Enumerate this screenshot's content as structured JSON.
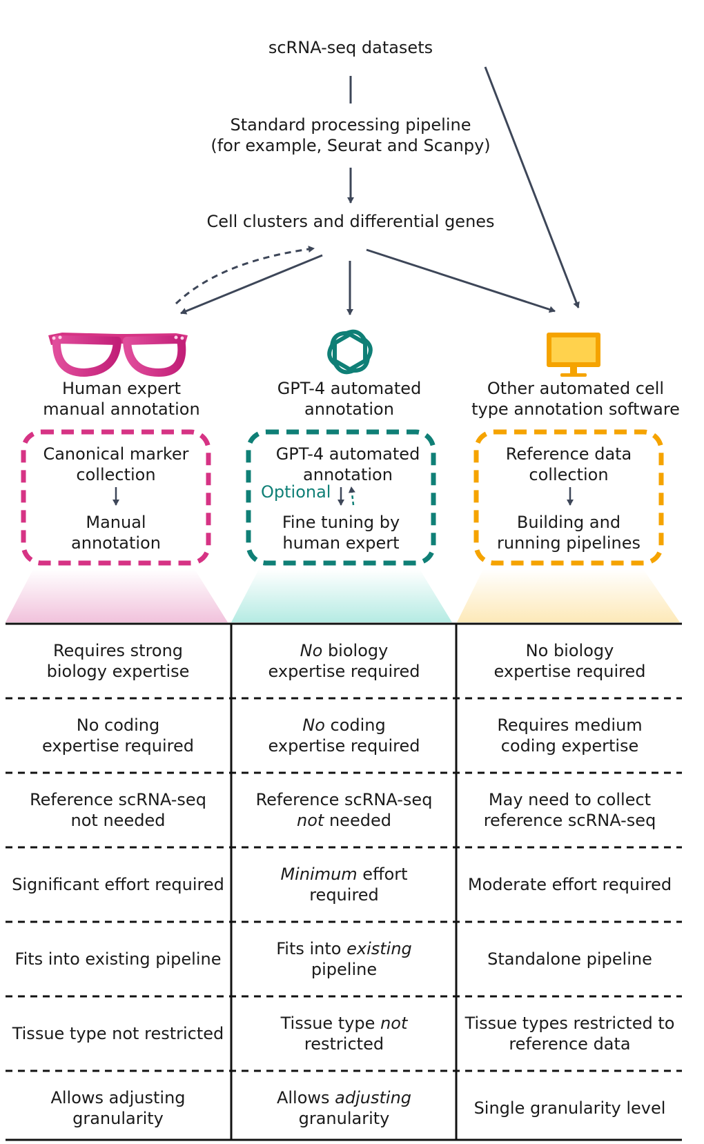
{
  "pipeline": {
    "datasets": "scRNA-seq datasets",
    "processing_line1": "Standard processing pipeline",
    "processing_line2": "(for example, Seurat and Scanpy)",
    "clusters": "Cell clusters and differential genes"
  },
  "methods": [
    {
      "icon": "glasses-icon",
      "color": "#d63384",
      "title": [
        "Human expert",
        "manual annotation"
      ],
      "box_top": [
        "Canonical marker",
        "collection"
      ],
      "box_bottom": [
        "Manual",
        "annotation"
      ]
    },
    {
      "icon": "openai-logo-icon",
      "color": "#0f7f76",
      "title": [
        "GPT-4 automated",
        "annotation"
      ],
      "box_top": [
        "GPT-4 automated",
        "annotation"
      ],
      "box_bottom": [
        "Fine tuning by",
        "human expert"
      ],
      "optional_label": "Optional"
    },
    {
      "icon": "monitor-icon",
      "color": "#f5a300",
      "title": [
        "Other automated cell",
        "type annotation software"
      ],
      "box_top": [
        "Reference data",
        "collection"
      ],
      "box_bottom": [
        "Building and",
        "running pipelines"
      ]
    }
  ],
  "comparison": {
    "rows": [
      [
        {
          "lines": [
            [
              {
                "t": "Requires strong"
              }
            ],
            [
              {
                "t": "biology expertise"
              }
            ]
          ]
        },
        {
          "lines": [
            [
              {
                "t": "No",
                "i": true
              },
              {
                "t": " biology"
              }
            ],
            [
              {
                "t": "expertise required"
              }
            ]
          ]
        },
        {
          "lines": [
            [
              {
                "t": "No biology"
              }
            ],
            [
              {
                "t": "expertise required"
              }
            ]
          ]
        }
      ],
      [
        {
          "lines": [
            [
              {
                "t": "No coding"
              }
            ],
            [
              {
                "t": "expertise required"
              }
            ]
          ]
        },
        {
          "lines": [
            [
              {
                "t": "No",
                "i": true
              },
              {
                "t": " coding"
              }
            ],
            [
              {
                "t": "expertise required"
              }
            ]
          ]
        },
        {
          "lines": [
            [
              {
                "t": "Requires medium"
              }
            ],
            [
              {
                "t": "coding expertise"
              }
            ]
          ]
        }
      ],
      [
        {
          "lines": [
            [
              {
                "t": "Reference scRNA-seq"
              }
            ],
            [
              {
                "t": "not needed"
              }
            ]
          ]
        },
        {
          "lines": [
            [
              {
                "t": "Reference scRNA-seq"
              }
            ],
            [
              {
                "t": "not",
                "i": true
              },
              {
                "t": " needed"
              }
            ]
          ]
        },
        {
          "lines": [
            [
              {
                "t": "May need to collect"
              }
            ],
            [
              {
                "t": "reference scRNA-seq"
              }
            ]
          ]
        }
      ],
      [
        {
          "lines": [
            [
              {
                "t": "Significant effort required"
              }
            ]
          ]
        },
        {
          "lines": [
            [
              {
                "t": "Minimum",
                "i": true
              },
              {
                "t": " effort"
              }
            ],
            [
              {
                "t": "required"
              }
            ]
          ]
        },
        {
          "lines": [
            [
              {
                "t": "Moderate effort required"
              }
            ]
          ]
        }
      ],
      [
        {
          "lines": [
            [
              {
                "t": "Fits into existing pipeline"
              }
            ]
          ]
        },
        {
          "lines": [
            [
              {
                "t": "Fits into "
              },
              {
                "t": "existing",
                "i": true
              }
            ],
            [
              {
                "t": "pipeline"
              }
            ]
          ]
        },
        {
          "lines": [
            [
              {
                "t": "Standalone pipeline"
              }
            ]
          ]
        }
      ],
      [
        {
          "lines": [
            [
              {
                "t": "Tissue type not restricted"
              }
            ]
          ]
        },
        {
          "lines": [
            [
              {
                "t": "Tissue type "
              },
              {
                "t": "not",
                "i": true
              }
            ],
            [
              {
                "t": "restricted"
              }
            ]
          ]
        },
        {
          "lines": [
            [
              {
                "t": "Tissue types restricted to"
              }
            ],
            [
              {
                "t": "reference data"
              }
            ]
          ]
        }
      ],
      [
        {
          "lines": [
            [
              {
                "t": "Allows adjusting"
              }
            ],
            [
              {
                "t": "granularity"
              }
            ]
          ]
        },
        {
          "lines": [
            [
              {
                "t": "Allows "
              },
              {
                "t": "adjusting",
                "i": true
              }
            ],
            [
              {
                "t": "granularity"
              }
            ]
          ]
        },
        {
          "lines": [
            [
              {
                "t": "Single granularity level"
              }
            ]
          ]
        }
      ]
    ]
  },
  "colors": {
    "arrow": "#3d4658",
    "human": "#d63384",
    "gpt": "#0f7f76",
    "software": "#f5a300",
    "human_fill": "#f1c2dc",
    "gpt_fill": "#b5ebe3",
    "software_fill": "#fde9b8"
  }
}
